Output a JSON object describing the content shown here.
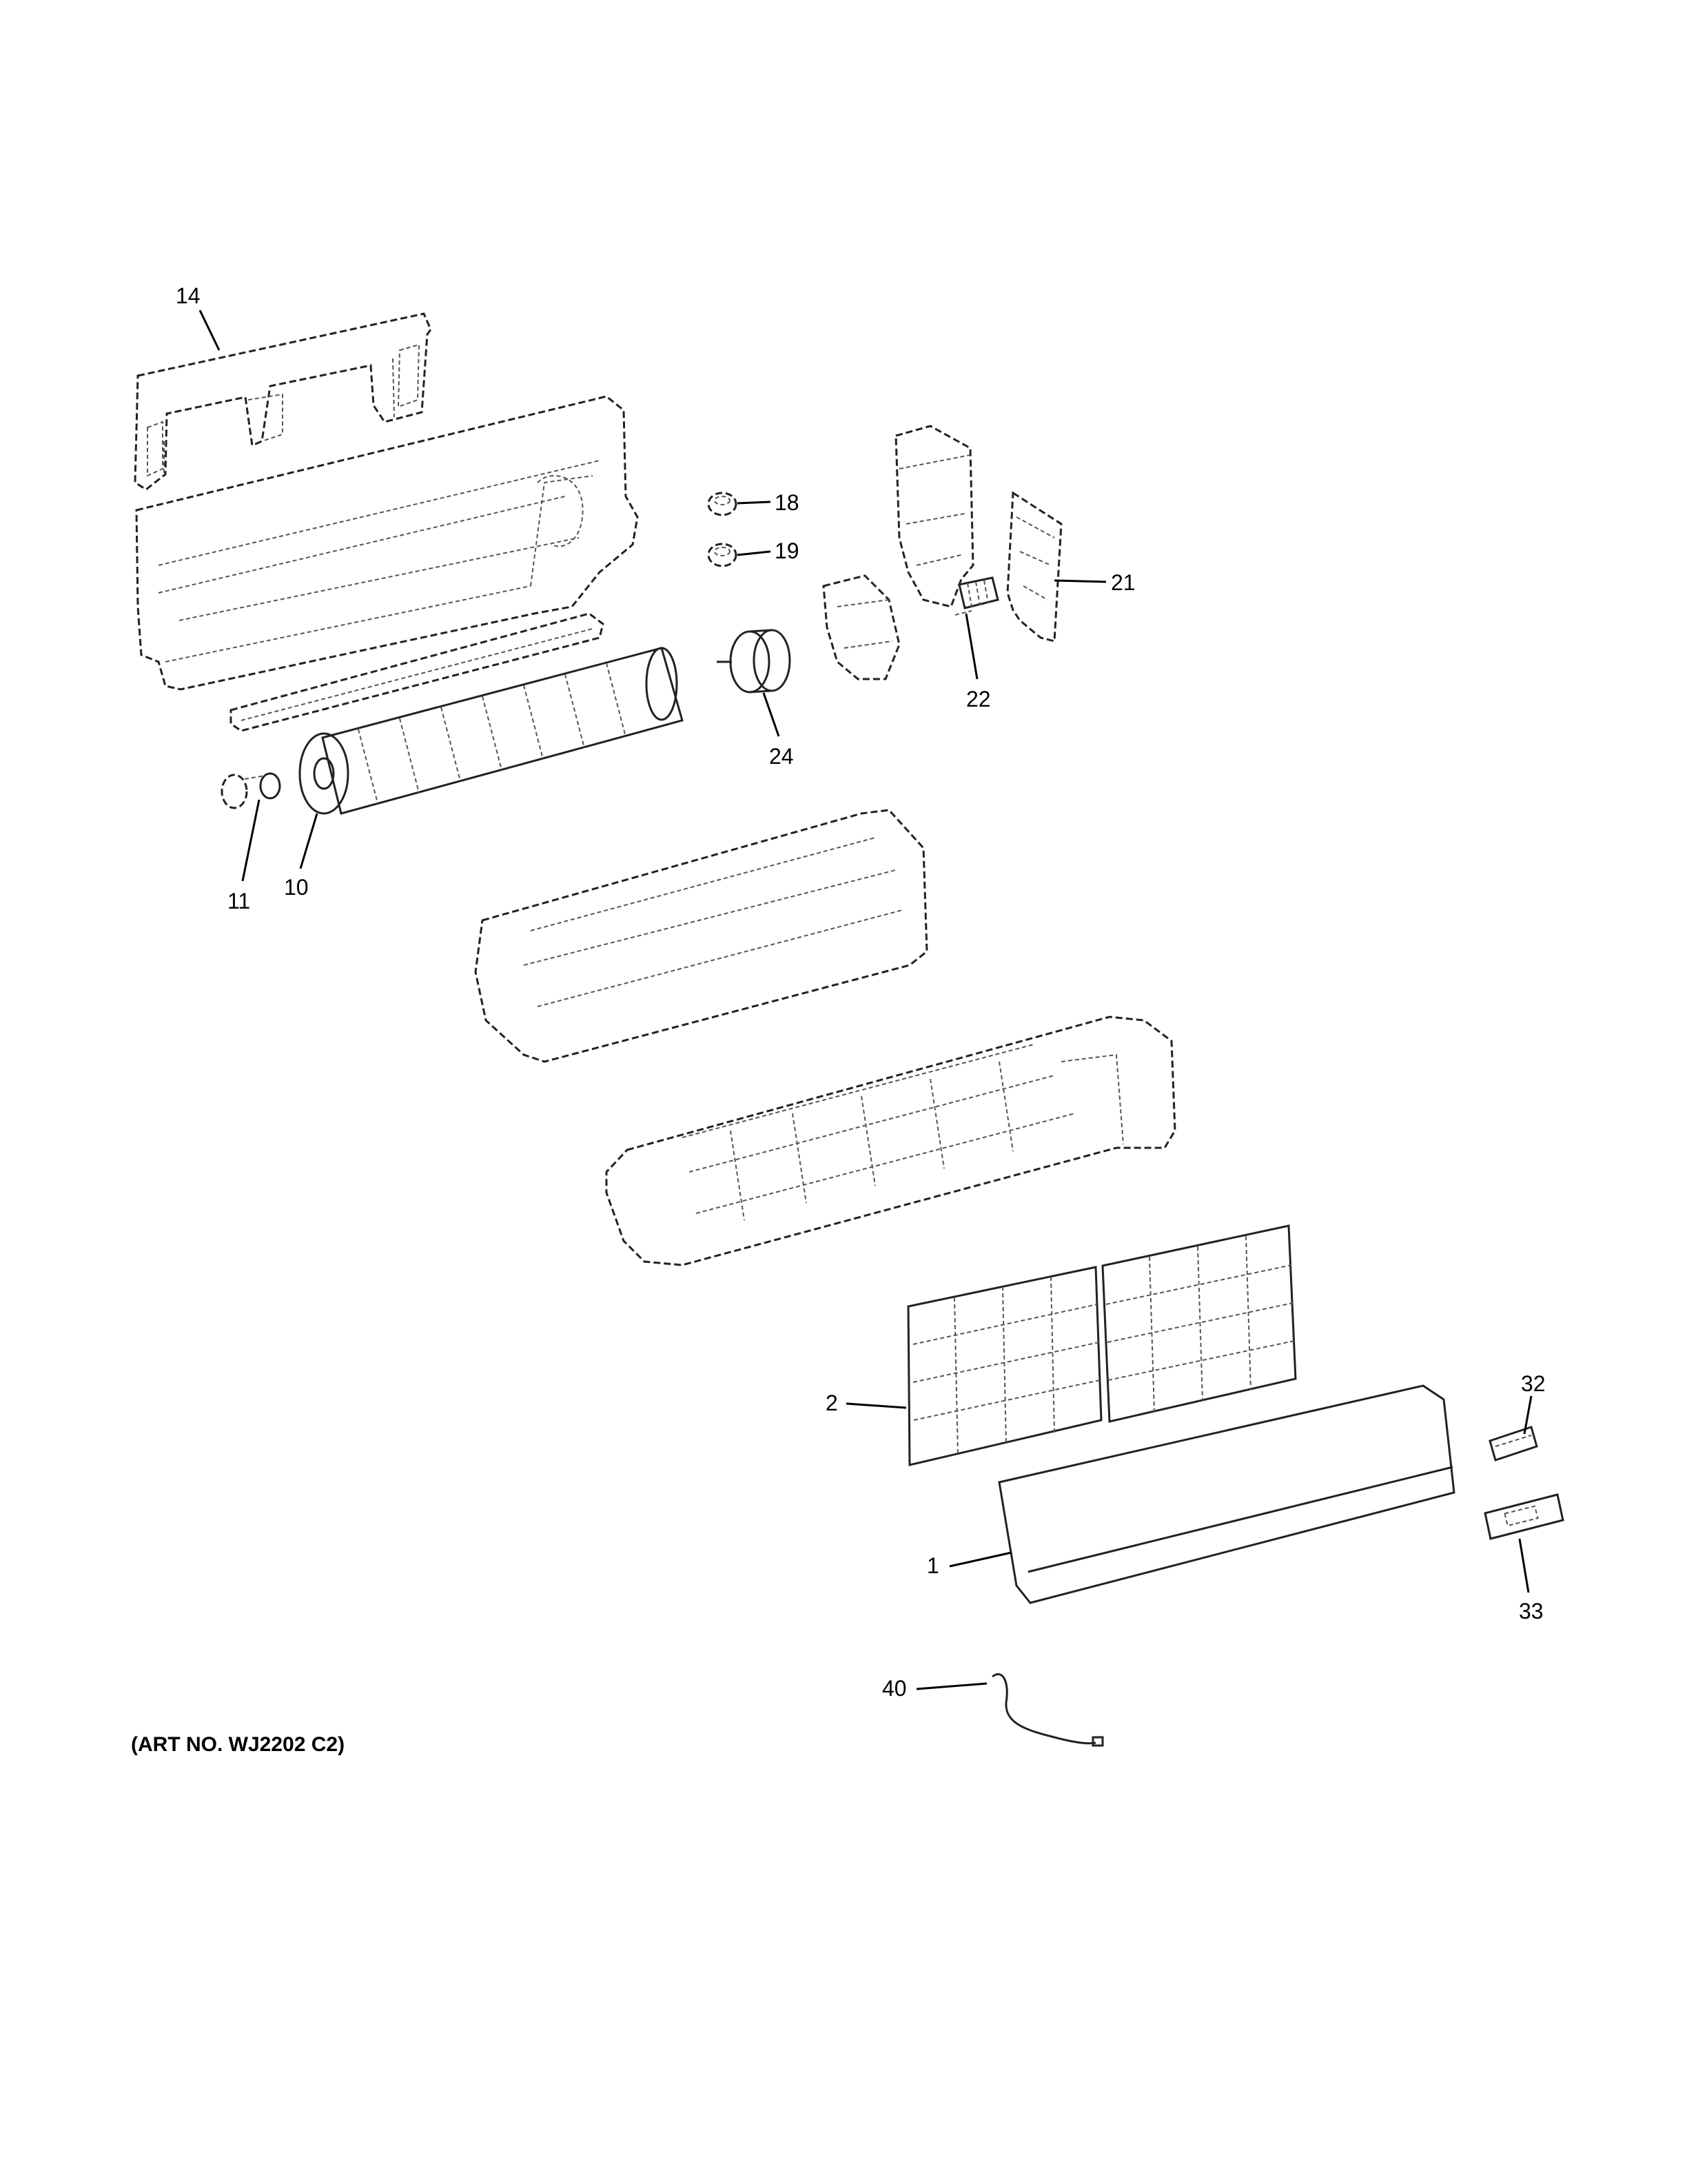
{
  "callouts": {
    "c14": "14",
    "c18": "18",
    "c19": "19",
    "c21": "21",
    "c22": "22",
    "c24": "24",
    "c11": "11",
    "c10": "10",
    "c2": "2",
    "c32": "32",
    "c1": "1",
    "c33": "33",
    "c40": "40"
  },
  "caption": "(ART NO. WJ2202 C2)"
}
